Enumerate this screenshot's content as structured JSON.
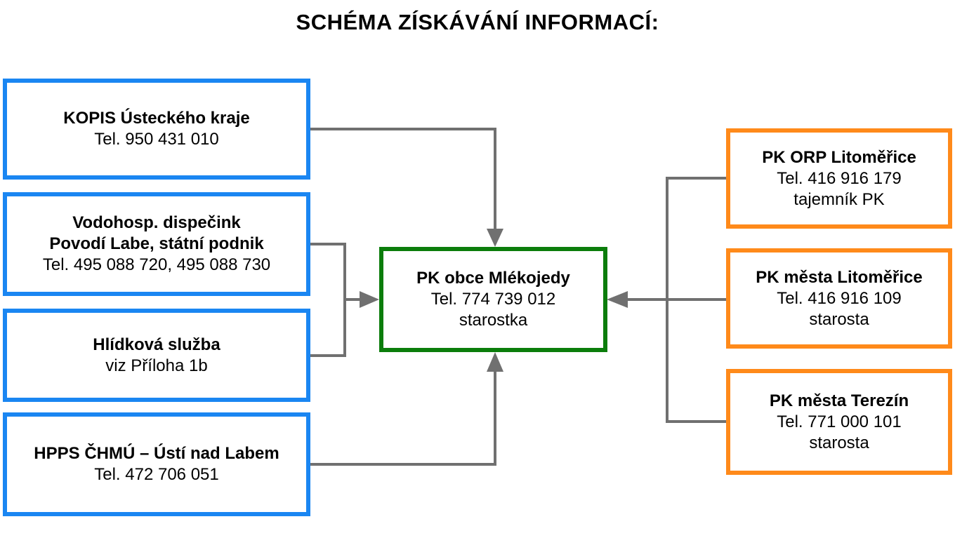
{
  "title": "SCHÉMA ZÍSKÁVÁNÍ INFORMACÍ:",
  "colors": {
    "source_border": "#1a86f2",
    "center_border": "#0b7d0b",
    "authority_border": "#ff8a1a",
    "connector": "#707070"
  },
  "center": {
    "name": "PK obce Mlékojedy",
    "tel": "Tel. 774 739 012",
    "role": "starostka"
  },
  "sources": [
    {
      "name": "KOPIS Ústeckého kraje",
      "tel": "Tel. 950 431 010"
    },
    {
      "name_line1": "Vodohosp. dispečink",
      "name_line2": "Povodí Labe, státní podnik",
      "tel": "Tel.  495 088 720, 495 088 730"
    },
    {
      "name": "Hlídková služba",
      "note": "viz Příloha 1b"
    },
    {
      "name": "HPPS ČHMÚ – Ústí nad Labem",
      "tel": "Tel. 472 706 051"
    }
  ],
  "authorities": [
    {
      "name": "PK ORP Litoměřice",
      "tel": "Tel.  416 916 179",
      "role": "tajemník PK"
    },
    {
      "name": "PK města Litoměřice",
      "tel": "Tel. 416 916 109",
      "role": "starosta"
    },
    {
      "name": "PK města Terezín",
      "tel": "Tel. 771 000 101",
      "role": "starosta"
    }
  ]
}
